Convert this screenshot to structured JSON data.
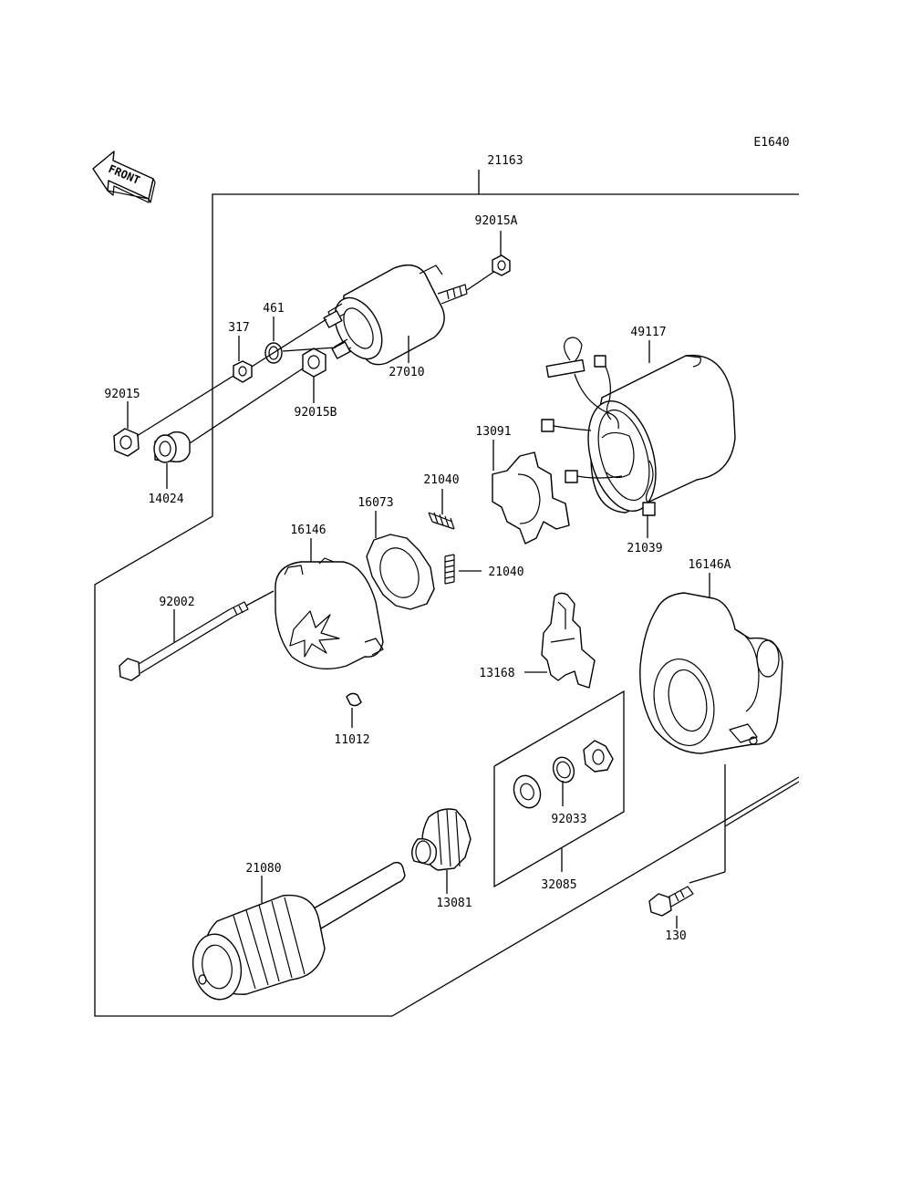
{
  "diagram_code": "E1640",
  "front_arrow_label": "FRONT",
  "part_numbers": {
    "assembly": "21163",
    "nut_a": "92015A",
    "washer_461": "461",
    "nut_317": "317",
    "solenoid": "27010",
    "nut": "92015",
    "nut_b": "92015B",
    "boot": "14024",
    "yoke": "49117",
    "brush_holder": "13091",
    "spring_upper": "21040",
    "spring_lower": "21040",
    "brush": "21039",
    "plate": "16073",
    "cover": "16146",
    "housing": "16146A",
    "through_bolt": "92002",
    "lever": "13168",
    "plug": "11012",
    "ring": "92033",
    "ring_set": "32085",
    "armature": "21080",
    "clutch": "13081",
    "bolt": "130"
  }
}
